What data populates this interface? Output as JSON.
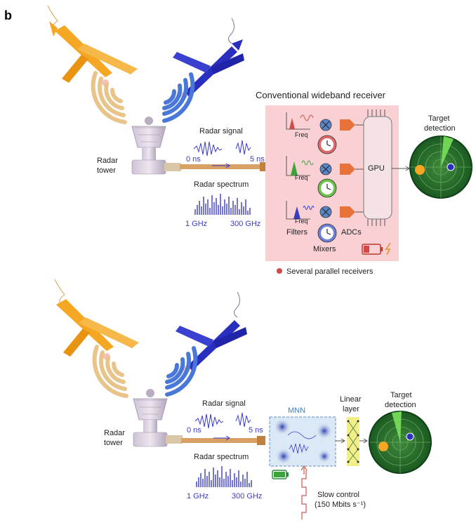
{
  "panel_label": "b",
  "top": {
    "radar_tower": "Radar\ntower",
    "radar_signal": "Radar signal",
    "t_start": "0 ns",
    "t_end": "5 ns",
    "radar_spectrum": "Radar spectrum",
    "f_start": "1 GHz",
    "f_end": "300 GHz",
    "receiver_title": "Conventional wideband receiver",
    "freq_label": "Freq",
    "gpu": "GPU",
    "filters": "Filters",
    "adcs": "ADCs",
    "mixers": "Mixers",
    "target_detection": "Target\ndetection",
    "legend": "Several parallel receivers"
  },
  "bottom": {
    "radar_tower": "Radar\ntower",
    "radar_signal": "Radar signal",
    "t_start": "0 ns",
    "t_end": "5 ns",
    "radar_spectrum": "Radar spectrum",
    "f_start": "1 GHz",
    "f_end": "300 GHz",
    "mnn": "MNN",
    "linear_layer": "Linear\nlayer",
    "target_detection": "Target\ndetection",
    "slow_control": "Slow control",
    "slow_control_rate": "(150 Mbits s⁻¹)"
  },
  "colors": {
    "plane_orange": "#f5a623",
    "plane_blue": "#2a2fc0",
    "wave_orange": "#e8c48a",
    "wave_blue": "#4a78d8",
    "receiver_bg": "#f9d0d4",
    "radar_green": "#1f6b2a",
    "signal_blue": "#3b3bc4",
    "filter_orange": "#e8733a",
    "cable": "#d9a066"
  }
}
